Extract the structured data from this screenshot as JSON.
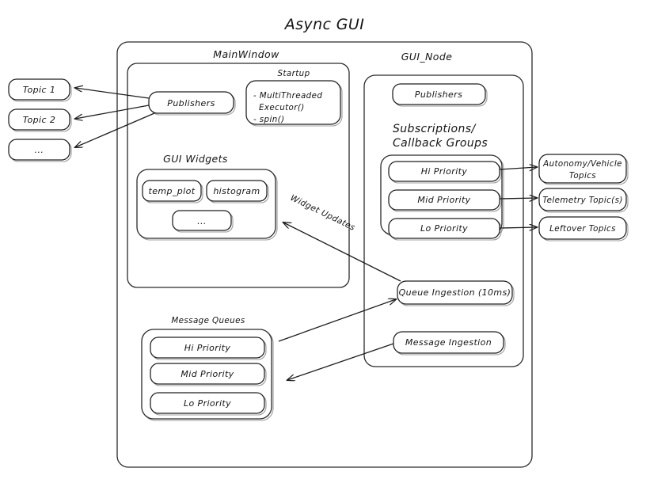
{
  "title": "Async  GUI",
  "containers": {
    "outer": "",
    "main_window": "MainWindow",
    "gui_node": "GUI_Node"
  },
  "main_window": {
    "label": "MainWindow",
    "publishers": "Publishers",
    "startup": {
      "label": "Startup",
      "lines": [
        "- MultiThreaded",
        "Executor()",
        "- spin()"
      ]
    },
    "gui_widgets": {
      "label": "GUI Widgets",
      "items": [
        "temp_plot",
        "histogram",
        "..."
      ]
    },
    "message_queues": {
      "label": "Message Queues",
      "items": [
        "Hi Priority",
        "Mid Priority",
        "Lo Priority"
      ]
    }
  },
  "gui_node": {
    "label": "GUI_Node",
    "publishers": "Publishers",
    "subscriptions": {
      "label_line1": "Subscriptions/",
      "label_line2": "Callback Groups",
      "items": [
        "Hi Priority",
        "Mid Priority",
        "Lo Priority"
      ]
    },
    "queue_ingestion": "Queue Ingestion (10ms)",
    "message_ingestion": "Message Ingestion"
  },
  "left_topics": [
    "Topic 1",
    "Topic 2",
    "..."
  ],
  "right_topics": [
    {
      "line1": "Autonomy/Vehicle",
      "line2": "Topics"
    },
    {
      "line1": "Telemetry Topic(s)",
      "line2": ""
    },
    {
      "line1": "Leftover Topics",
      "line2": ""
    }
  ],
  "edge_labels": {
    "widget_updates": "Widget Updates"
  },
  "colors": {
    "stroke": "#1d1d1d",
    "text": "#141414",
    "bg": "#ffffff"
  }
}
